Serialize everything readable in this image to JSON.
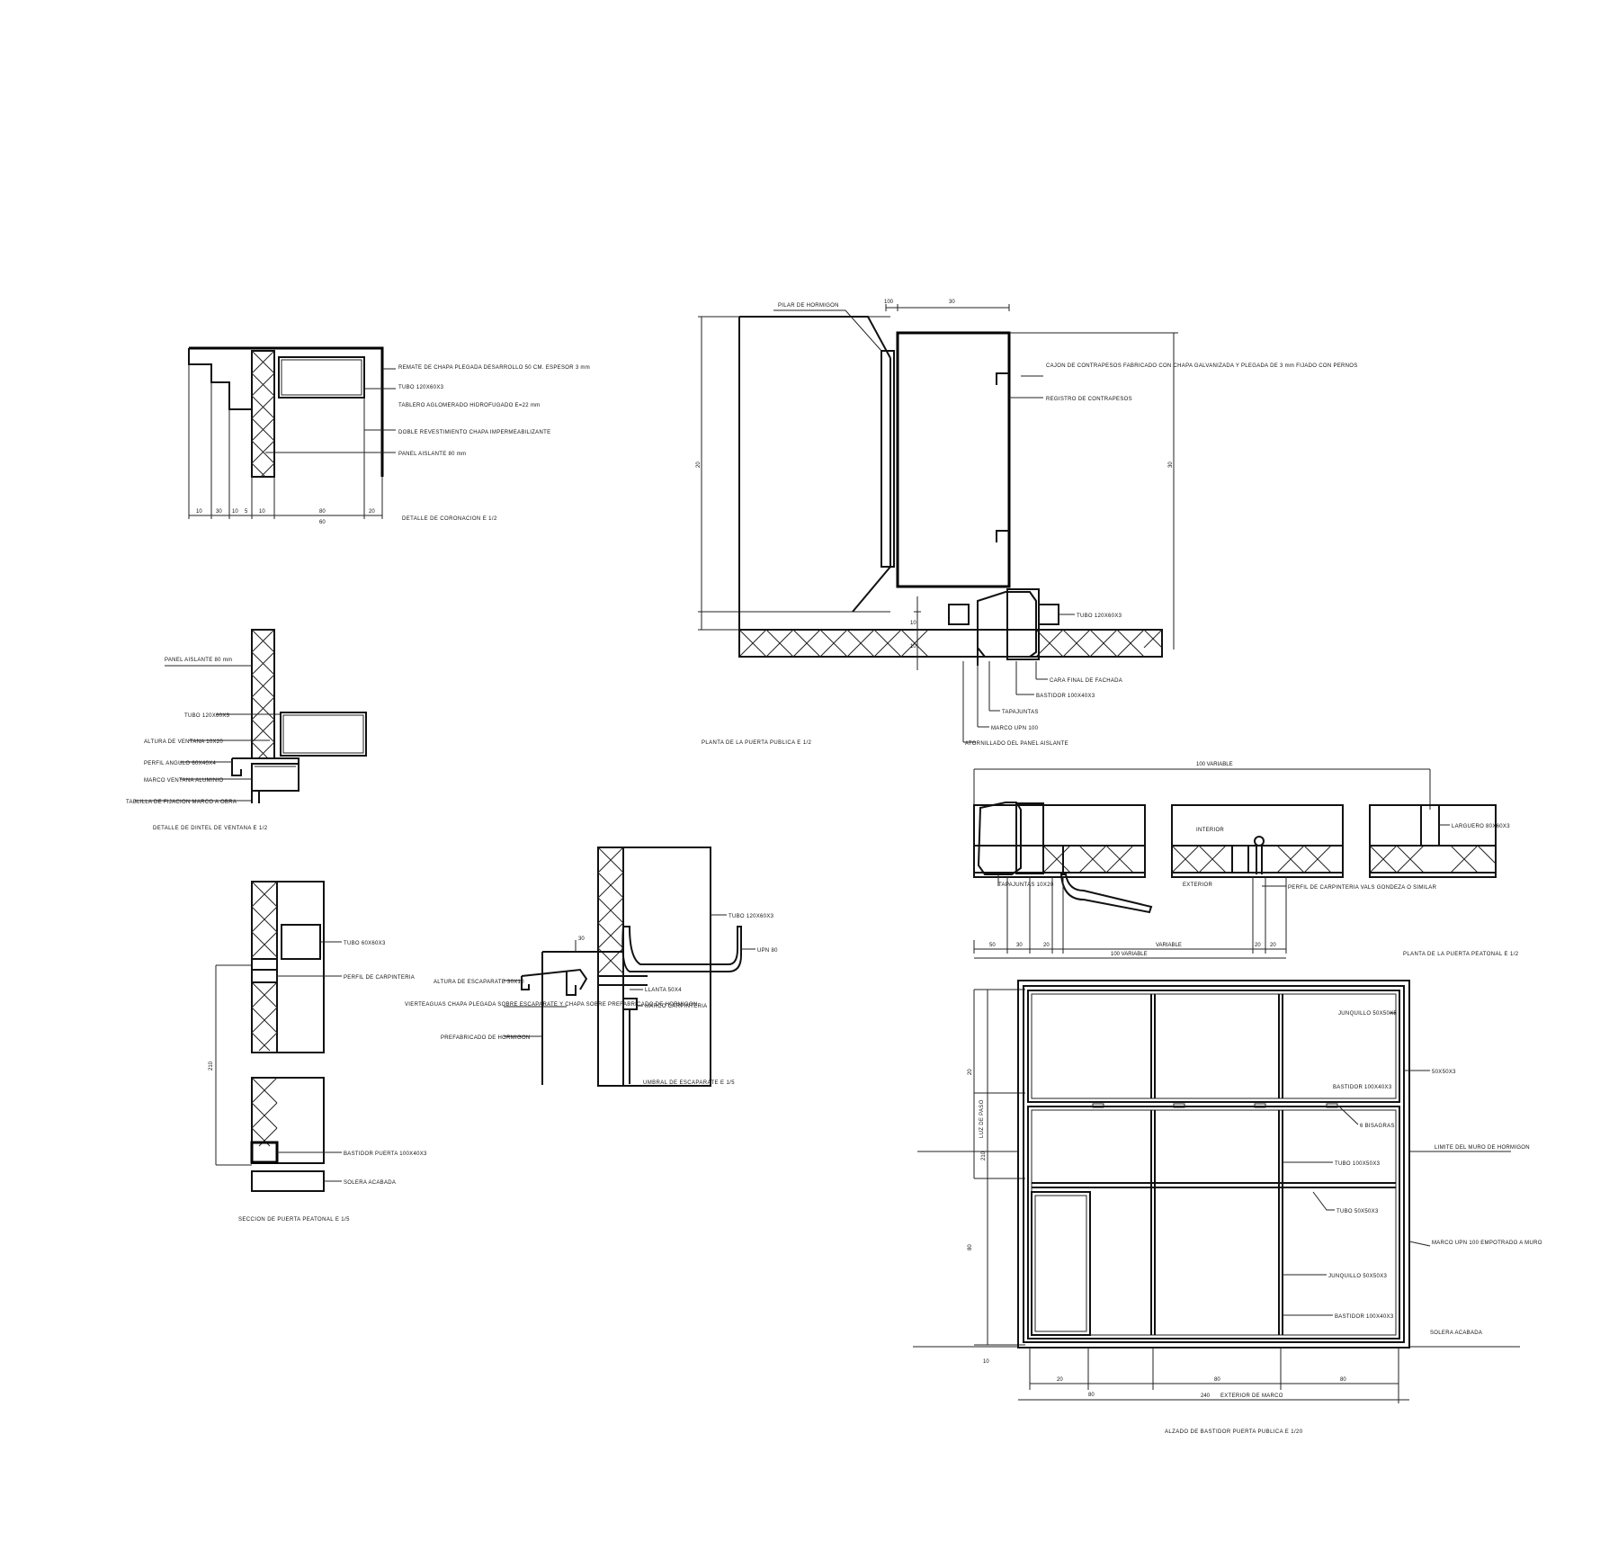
{
  "sheet": {
    "corona": {
      "title": "DETALLE DE CORONACION E 1/2",
      "labels": [
        "REMATE DE CHAPA PLEGADA DESARROLLO 50 CM. ESPESOR 3 mm",
        "TUBO 120X60X3",
        "TABLERO AGLOMERADO HIDROFUGADO E=22 mm",
        "DOBLE REVESTIMIENTO CHAPA IMPERMEABILIZANTE",
        "PANEL AISLANTE 80 mm"
      ],
      "dims": [
        "10",
        "30",
        "10",
        "5",
        "10",
        "80",
        "20",
        "60"
      ]
    },
    "dintel": {
      "title": "DETALLE DE DINTEL DE VENTANA E 1/2",
      "labels": [
        "PANEL AISLANTE 80 mm",
        "TUBO 120X60X3",
        "ALTURA DE VENTANA 10X20",
        "PERFIL ANGULO 60X40X4",
        "MARCO VENTANA ALUMINIO",
        "TABLILLA DE FIJACION MARCO A OBRA"
      ]
    },
    "seccion": {
      "title": "SECCION DE PUERTA PEATONAL E 1/5",
      "labels": [
        "TUBO 60X60X3",
        "PERFIL DE CARPINTERIA",
        "BASTIDOR PUERTA 100X40X3",
        "SOLERA ACABADA"
      ],
      "dims": [
        "210"
      ]
    },
    "umbral": {
      "title": "UMBRAL DE ESCAPARATE E 1/5",
      "labels": [
        "TUBO 120X60X3",
        "UPN 80",
        "ALTURA DE ESCAPARATE 30X10",
        "VIERTEAGUAS CHAPA PLEGADA SOBRE ESCAPARATE Y CHAPA SOBRE PREFABRICADO DE HORMIGON",
        "LLANTA 50X4",
        "MARCO CARPINTERIA",
        "PREFABRICADO DE HORMIGON"
      ],
      "dims": [
        "30"
      ]
    },
    "planta_publica": {
      "title": "PLANTA DE LA PUERTA PUBLICA E 1/2",
      "labels": [
        "PILAR DE HORMIGON",
        "CAJON DE CONTRAPESOS FABRICADO CON CHAPA GALVANIZADA Y PLEGADA DE 3 mm FIJADO CON PERNOS",
        "REGISTRO DE CONTRAPESOS",
        "TUBO 120X60X3",
        "CARA FINAL DE FACHADA",
        "BASTIDOR 100X40X3",
        "TAPAJUNTAS",
        "MARCO UPN 100",
        "ATORNILLADO DEL PANEL AISLANTE"
      ],
      "dims": [
        "100",
        "30",
        "30",
        "20",
        "10",
        "10"
      ]
    },
    "planta_peatonal": {
      "title": "PLANTA DE LA PUERTA PEATONAL E 1/2",
      "labels": [
        "INTERIOR",
        "EXTERIOR",
        "TAPAJUNTAS 10X20",
        "PERFIL DE CARPINTERIA VALS GONDEZA O SIMILAR",
        "LARGUERO 80X60X3"
      ],
      "dims": [
        "100 VARIABLE",
        "VARIABLE",
        "50",
        "30",
        "20",
        "20",
        "20",
        "100 VARIABLE"
      ]
    },
    "alzado": {
      "title": "ALZADO DE BASTIDOR PUERTA PUBLICA E 1/20",
      "labels": [
        "JUNQUILLO 50X50X5",
        "50X50X3",
        "BASTIDOR 100X40X3",
        "6 BISAGRAS",
        "LIMITE DEL MURO DE HORMIGON",
        "TUBO 100X50X3",
        "TUBO 50X50X3",
        "MARCO UPN 100 EMPOTRADO A MURO",
        "JUNQUILLO 50X50X3",
        "BASTIDOR 100X40X3",
        "SOLERA ACABADA",
        "LUZ DE PASO",
        "EXTERIOR DE MARCO"
      ],
      "dims": [
        "20",
        "80",
        "210",
        "10",
        "20",
        "80",
        "80",
        "80",
        "240"
      ]
    }
  }
}
